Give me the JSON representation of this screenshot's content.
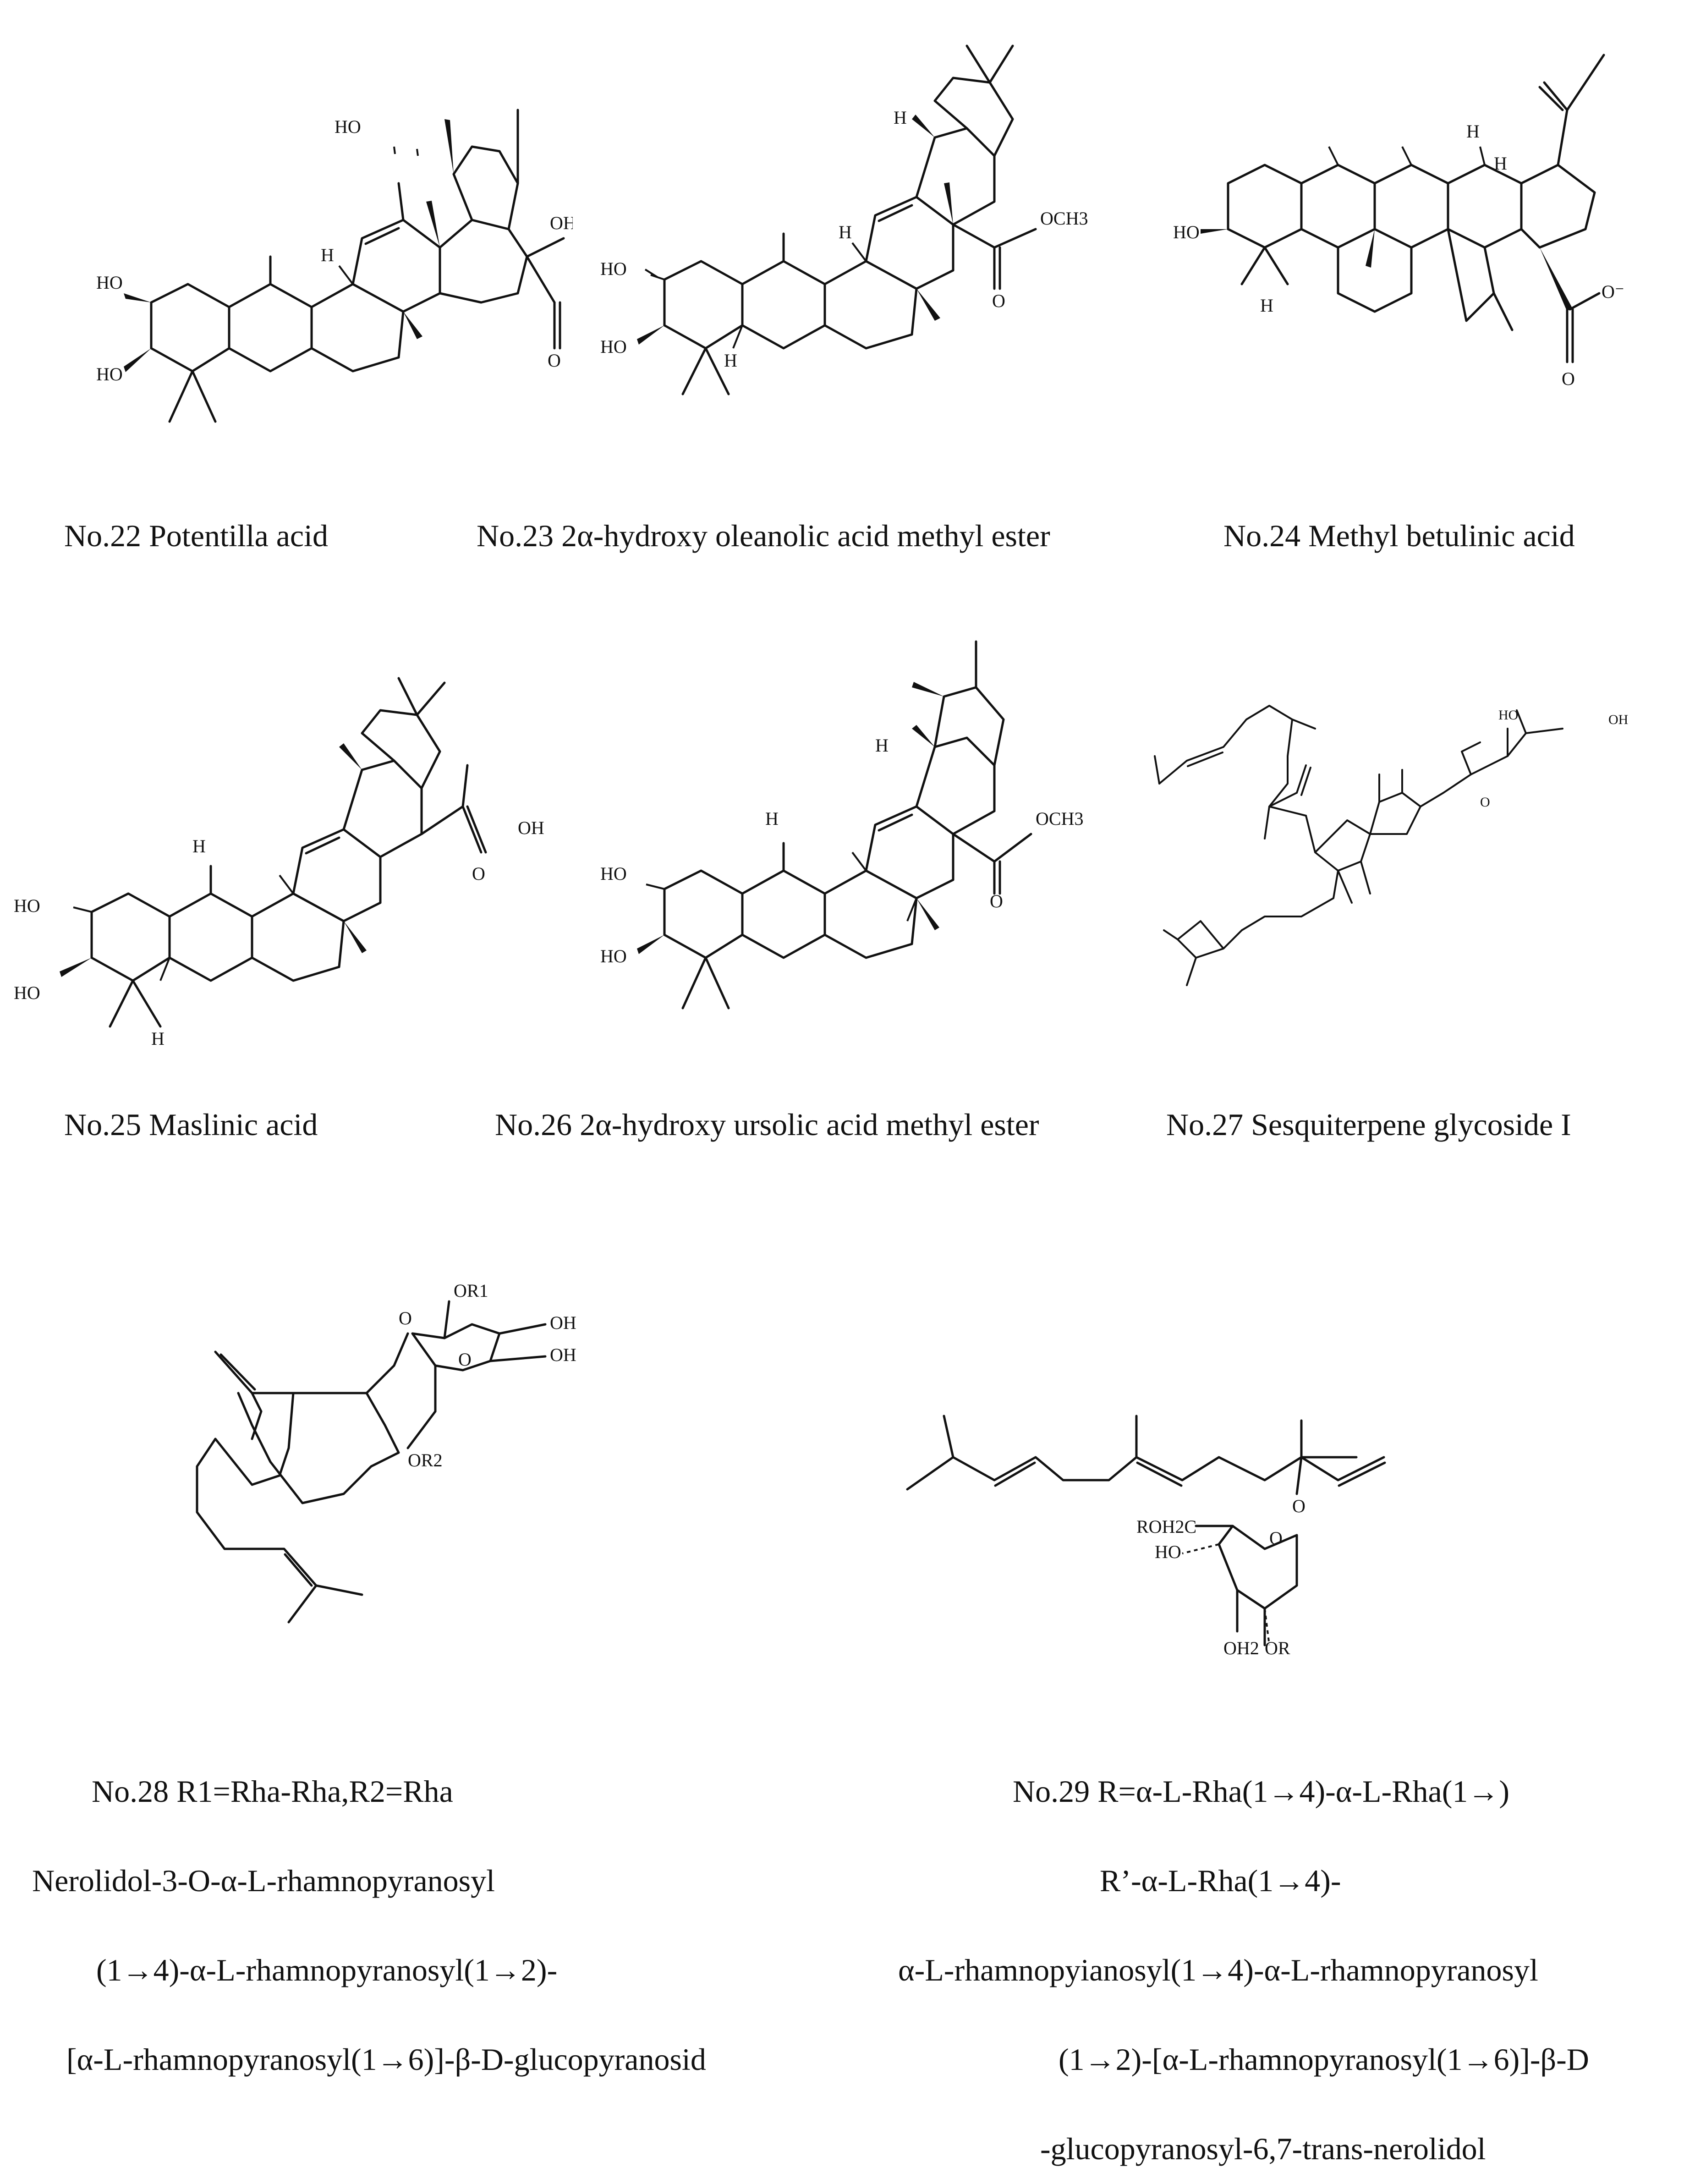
{
  "compounds": [
    {
      "id": "c22",
      "caption": "No.22 Potentilla acid",
      "labels": {
        "oh_top": "HO",
        "cooh": "OH",
        "o": "O",
        "ho1": "HO",
        "ho2": "HO",
        "h": "H"
      }
    },
    {
      "id": "c23",
      "caption": "No.23 2α-hydroxy oleanolic acid methyl ester",
      "labels": {
        "och3": "OCH3",
        "o": "O",
        "ho1": "HO",
        "ho2": "HO",
        "h1": "H",
        "h2": "H",
        "h3": "H"
      }
    },
    {
      "id": "c24",
      "caption": "No.24 Methyl betulinic acid",
      "labels": {
        "ho": "HO",
        "h1": "H",
        "h2": "H",
        "h3": "H",
        "o1": "O⁻",
        "o2": "O"
      }
    },
    {
      "id": "c25",
      "caption": "No.25 Maslinic acid",
      "labels": {
        "cooh": "OH",
        "o": "O",
        "ho1": "HO",
        "ho2": "HO",
        "h1": "H",
        "h2": "H"
      }
    },
    {
      "id": "c26",
      "caption": "No.26 2α-hydroxy ursolic acid methyl ester",
      "labels": {
        "och3": "OCH3",
        "o": "O",
        "ho1": "HO",
        "ho2": "HO",
        "h1": "H",
        "h2": "H"
      }
    },
    {
      "id": "c27",
      "caption": "No.27 Sesquiterpene glycoside I",
      "labels": {
        "oh": "OH",
        "ho": "HO",
        "o": "O"
      }
    },
    {
      "id": "c28",
      "caption_lines": [
        "No.28 R1=Rha-Rha,R2=Rha",
        "Nerolidol-3-O-α-L-rhamnopyranosyl",
        "(1→4)-α-L-rhamnopyranosyl(1→2)-",
        "[α-L-rhamnopyranosyl(1→6)]-β-D-glucopyranosid"
      ],
      "labels": {
        "or1": "OR1",
        "oh1": "OH",
        "oh2": "OH",
        "o1": "O",
        "o2": "O",
        "or2": "OR2"
      }
    },
    {
      "id": "c29",
      "caption_lines": [
        "No.29 R=α-L-Rha(1→4)-α-L-Rha(1→)",
        "R’-α-L-Rha(1→4)-",
        "α-L-rhamnopyianosyl(1→4)-α-L-rhamnopyranosyl",
        "(1→2)-[α-L-rhamnopyranosyl(1→6)]-β-D",
        "-glucopyranosyl-6,7-trans-nerolidol"
      ],
      "labels": {
        "roh2c": "ROH2C",
        "o_ring": "O",
        "o_link": "O",
        "ho": "HO",
        "oh2": "OH2",
        "or": "OR"
      }
    }
  ]
}
